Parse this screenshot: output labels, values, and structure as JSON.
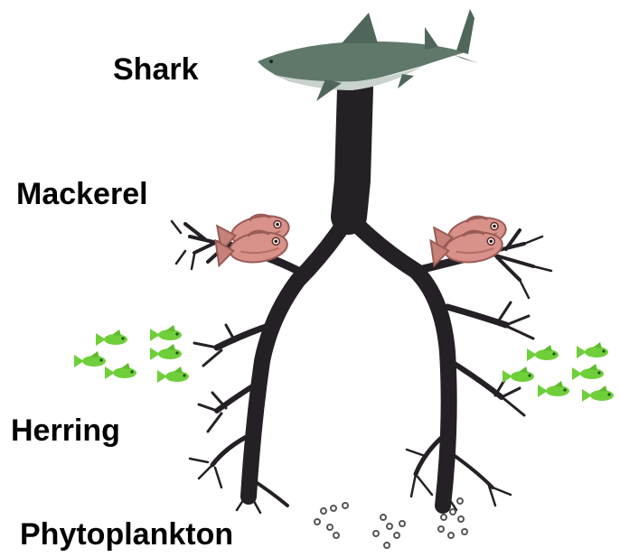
{
  "food_web": {
    "labels": {
      "shark": "Shark",
      "mackerel": "Mackerel",
      "herring": "Herring",
      "phytoplankton": "Phytoplankton"
    },
    "icons": [
      "shark-icon",
      "mackerel-fish-icon",
      "herring-fish-icon",
      "phytoplankton-cells-icon"
    ],
    "colors": {
      "tree": "#252025",
      "shark_body": "#5f786a",
      "mackerel": "#d9928a",
      "herring": "#6fcf3a",
      "plankton": "#555555"
    }
  }
}
